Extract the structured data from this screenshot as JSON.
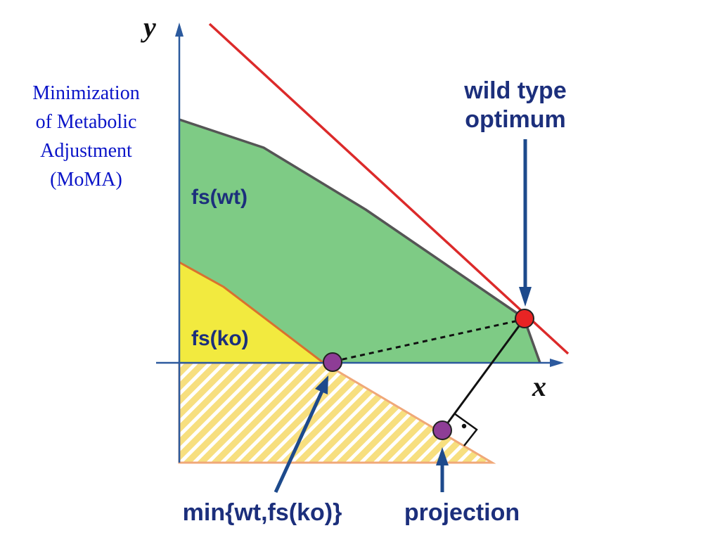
{
  "side_title": {
    "lines": [
      "Minimization",
      "of Metabolic",
      "Adjustment",
      "(MoMA)"
    ]
  },
  "diagram": {
    "axes": {
      "x_label": "x",
      "y_label": "y"
    },
    "regions": {
      "wild_type": "fs(wt)",
      "knockout": "fs(ko)"
    },
    "callouts": {
      "wild_type_optimum": [
        "wild type",
        "optimum"
      ],
      "min_point": "min{wt,fs(ko)}",
      "projection": "projection"
    },
    "colors": {
      "wild_type_region": "#7ecb85",
      "knockout_region": "#f2ea3f",
      "hatched_region": "#f7df7f",
      "objective_line": "#dc2a2a",
      "callout_text": "#1c2f7c",
      "callout_arrow": "#1d4a8c",
      "optimum_point": "#e82424",
      "knockout_points": "#8e3d96",
      "side_title": "#0a14c8"
    }
  }
}
